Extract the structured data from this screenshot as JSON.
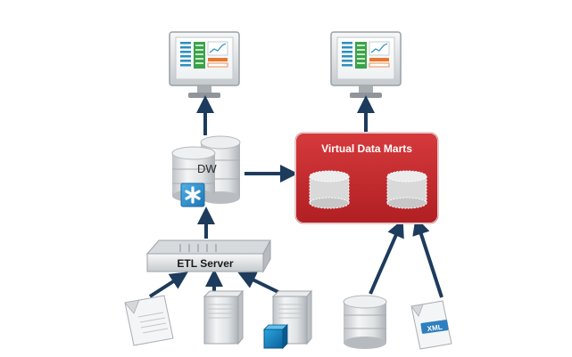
{
  "diagram": {
    "dw_label": "DW",
    "marts_label": "Virtual Data Marts",
    "etl_label": "ETL Server",
    "xml_label": "XML"
  },
  "icons": [
    "monitor-icon",
    "database-icon",
    "asterisk-icon",
    "server-icon",
    "document-icon",
    "xml-file-icon"
  ],
  "colors": {
    "mart_red": "#c8282c",
    "arrow_navy": "#1d3b5c",
    "asterisk_blue": "#2e8fc8"
  }
}
